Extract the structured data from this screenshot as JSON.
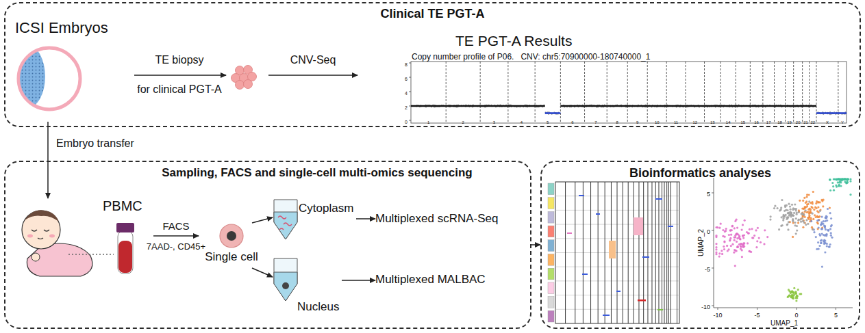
{
  "diagram": {
    "nodes": [
      {
        "text": [
          "Clinical TE PGT-A"
        ]
      },
      {
        "text": [
          "ICSI Embryos"
        ],
        "in": 0
      },
      {
        "text": [
          "TE PGT-A Results",
          "Copy number profile of P06.   CNV: chr5:70900000-180740000_1"
        ],
        "in": 0
      },
      {
        "text": [
          "Sampling, FACS and single-cell multi-omics sequencing"
        ]
      },
      {
        "text": [
          "PBMC"
        ],
        "in": 3
      },
      {
        "text": [
          "Single cell"
        ],
        "in": 3
      },
      {
        "text": [
          "Cytoplasm"
        ],
        "in": 3
      },
      {
        "text": [
          "Nucleus"
        ],
        "in": 3
      },
      {
        "text": [
          "Multiplexed scRNA-Seq"
        ],
        "in": 3
      },
      {
        "text": [
          "Multiplexed MALBAC"
        ],
        "in": 3
      },
      {
        "text": [
          "Bioinformatics analyses"
        ]
      }
    ],
    "edges": [
      {
        "from": 1,
        "to": 4,
        "label": "Embryo transfer",
        "arrow": "to"
      },
      {
        "from": 4,
        "to": 5,
        "label": "FACS",
        "arrow": "to"
      },
      {
        "from": 5,
        "to": 6,
        "arrow": "to"
      },
      {
        "from": 5,
        "to": 7,
        "arrow": "to"
      },
      {
        "from": 6,
        "to": 8,
        "arrow": "to"
      },
      {
        "from": 7,
        "to": 9,
        "arrow": "to"
      },
      {
        "from": 3,
        "to": 10,
        "arrow": "to"
      }
    ],
    "labels": [
      "TE biopsy",
      "for clinical PGT-A",
      "CNV-Seq",
      "8",
      "6",
      "4",
      "2",
      "0",
      "1",
      "2",
      "3",
      "4",
      "5",
      "6",
      "7",
      "8",
      "9",
      "10",
      "11",
      "12",
      "13",
      "14",
      "15",
      "16",
      "17",
      "18",
      "19",
      "20",
      "21",
      "22",
      "X",
      "Y",
      "7AAD-, CD45+",
      "UMAP_1",
      "UMAP_2",
      "5",
      "0",
      "-5",
      "-10",
      "-10",
      "-5",
      "0",
      "5"
    ]
  }
}
